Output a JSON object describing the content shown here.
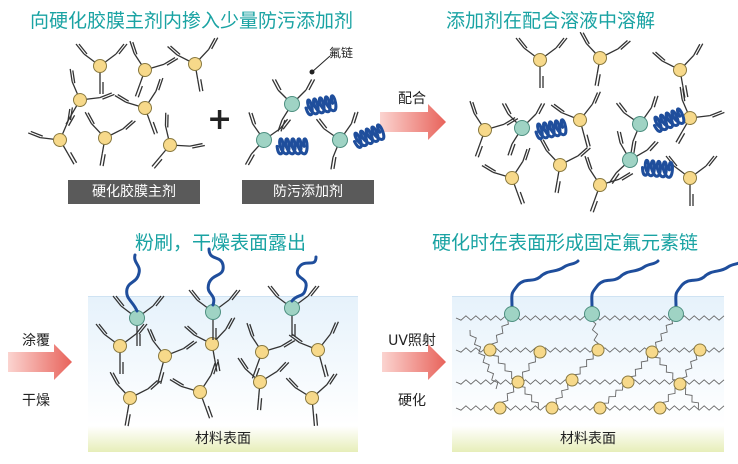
{
  "panel1": {
    "title": "向硬化胶膜主剂内掺入少量防污添加剂",
    "hard_coat_label": "硬化胶膜主剂",
    "additive_label": "防污添加剂",
    "fluoro_chain_label": "氟链"
  },
  "arrow1": {
    "label": "配合"
  },
  "panel2": {
    "title": "添加剂在配合溶液中溶解"
  },
  "panel3": {
    "title": "粉刷，干燥表面露出",
    "arrow_top_label": "涂覆",
    "arrow_bottom_label": "干燥",
    "material_label": "材料表面"
  },
  "panel4": {
    "title": "硬化时在表面形成固定氟元素链",
    "arrow_top_label": "UV照射",
    "arrow_bottom_label": "硬化",
    "material_label": "材料表面"
  },
  "colors": {
    "title_teal": "#1aa3a3",
    "monomer_yellow": "#f7d98a",
    "additive_teal_ball": "#9fd3c4",
    "fluoro_chain_blue": "#1f4e9c",
    "arrow_red": "#e8635b",
    "label_gray": "#5a5a5a"
  }
}
